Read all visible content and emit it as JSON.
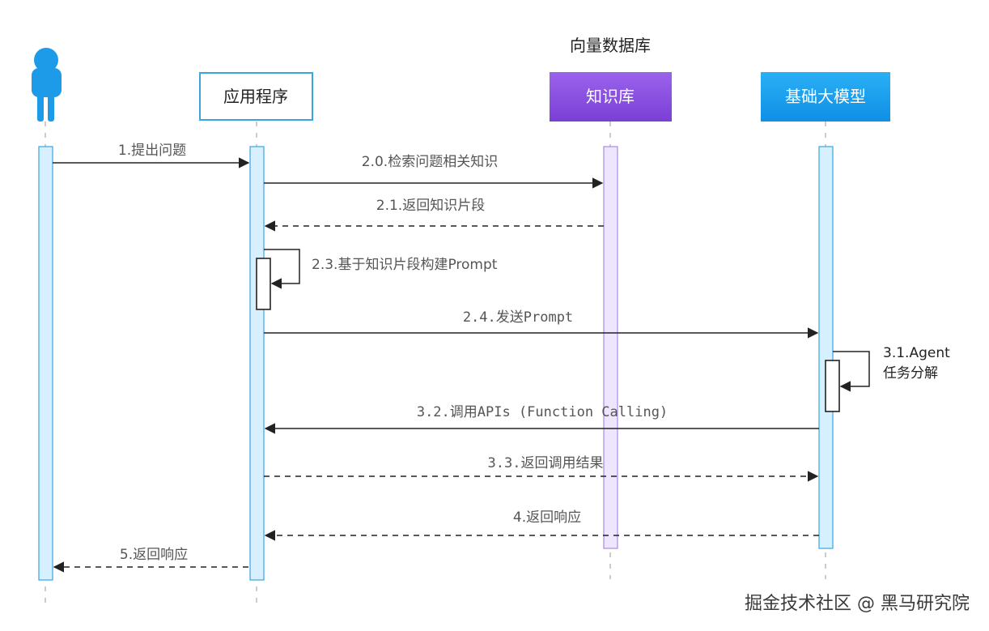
{
  "participants": {
    "app": {
      "label": "应用程序"
    },
    "kb": {
      "label": "知识库",
      "group_label": "向量数据库"
    },
    "llm": {
      "label": "基础大模型"
    }
  },
  "messages": {
    "m1": "1.提出问题",
    "m20": "2.0.检索问题相关知识",
    "m21": "2.1.返回知识片段",
    "m23": "2.3.基于知识片段构建Prompt",
    "m24": "2.4.发送Prompt",
    "m31_line1": "3.1.Agent",
    "m31_line2": "任务分解",
    "m32": "3.2.调用APIs (Function Calling)",
    "m33": "3.3.返回调用结果",
    "m4": "4.返回响应",
    "m5": "5.返回响应"
  },
  "watermark": "掘金技术社区 @ 黑马研究院",
  "colors": {
    "actor": "#1e9be8",
    "activation_blue": "#d6f0ff",
    "activation_blue_border": "#3aa5e3",
    "activation_purple": "#eee6ff",
    "activation_purple_border": "#a98ae6",
    "kb_box": "#8a4fe0",
    "llm_box": "#1a9df0",
    "app_border": "#3aa5e3"
  }
}
